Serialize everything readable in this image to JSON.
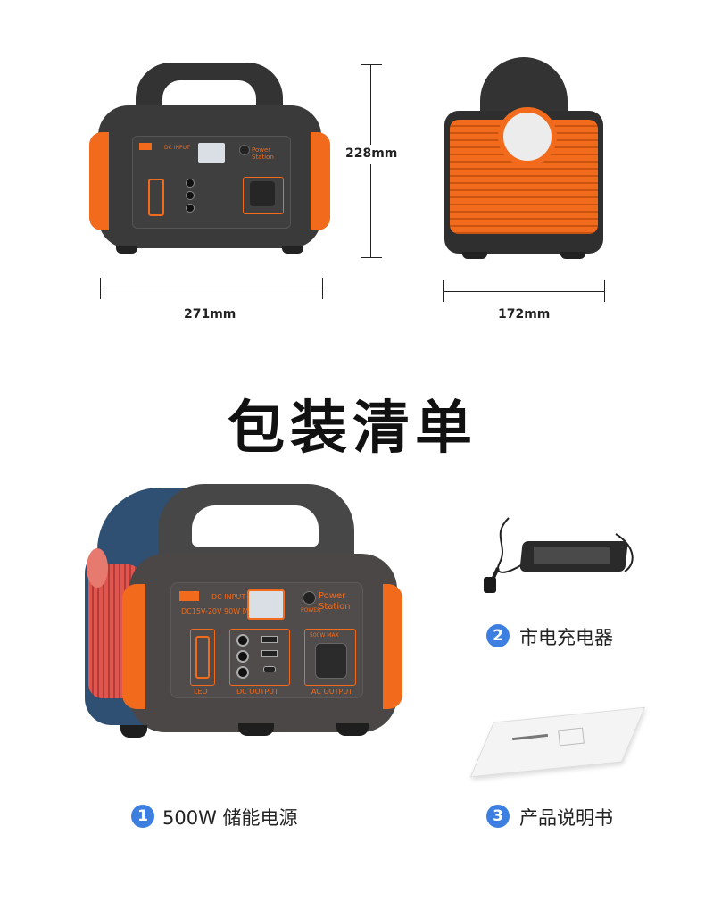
{
  "dimensions": {
    "height_label": "228mm",
    "width_label": "271mm",
    "depth_label": "172mm"
  },
  "device_panel": {
    "dc_input": "DC INPUT",
    "dc_input_spec": "DC15V-20V  90W  MAX",
    "power_station": "Power Station",
    "power": "POWER",
    "ac_output_max": "500W  MAX",
    "ac_output": "AC  OUTPUT",
    "dc_output": "DC  OUTPUT",
    "led": "LED"
  },
  "section_title": "包装清单",
  "items": [
    {
      "number": "1",
      "label": "500W 储能电源"
    },
    {
      "number": "2",
      "label": "市电充电器"
    },
    {
      "number": "3",
      "label": "产品说明书"
    }
  ],
  "colors": {
    "accent": "#f26a1b",
    "body": "#3a3a3a",
    "badge": "#3d7fe0"
  }
}
